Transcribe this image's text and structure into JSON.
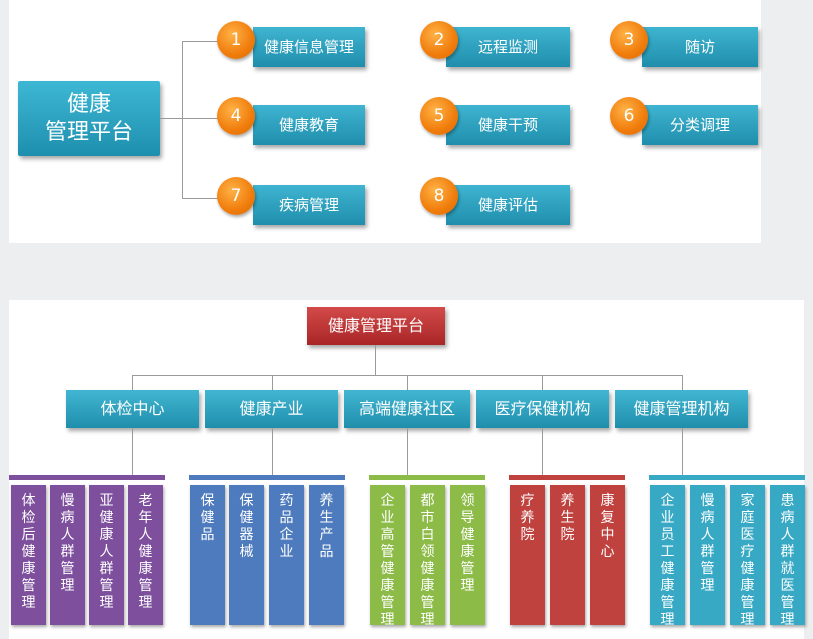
{
  "top": {
    "platform_line1": "健康",
    "platform_line2": "管理平台",
    "items": [
      {
        "num": "1",
        "label": "健康信息管理"
      },
      {
        "num": "2",
        "label": "远程监测"
      },
      {
        "num": "3",
        "label": "随访"
      },
      {
        "num": "4",
        "label": "健康教育"
      },
      {
        "num": "5",
        "label": "健康干预"
      },
      {
        "num": "6",
        "label": "分类调理"
      },
      {
        "num": "7",
        "label": "疾病管理"
      },
      {
        "num": "8",
        "label": "健康评估"
      }
    ],
    "colors": {
      "box": "#2aa0c0",
      "badge": "#f07c0b"
    }
  },
  "bottom": {
    "root": "健康管理平台",
    "categories": [
      {
        "label": "体检中心",
        "color": "#7d4f9c",
        "leaves": [
          "体检后健康管理",
          "慢病人群管理",
          "亚健康人群管理",
          "老年人健康管理"
        ]
      },
      {
        "label": "健康产业",
        "color": "#4e7bbd",
        "leaves": [
          "保健品",
          "保健器械",
          "药品企业",
          "养生产品"
        ]
      },
      {
        "label": "高端健康社区",
        "color": "#8dbb48",
        "leaves": [
          "企业高管健康管理",
          "都市白领健康管理",
          "领导健康管理"
        ]
      },
      {
        "label": "医疗保健机构",
        "color": "#c0423f",
        "leaves": [
          "疗养院",
          "养生院",
          "康复中心"
        ]
      },
      {
        "label": "健康管理机构",
        "color": "#37a9c4",
        "leaves": [
          "企业员工健康管理",
          "慢病人群管理",
          "家庭医疗健康管理",
          "患病人群就医管理"
        ]
      }
    ],
    "colors": {
      "root": "#b83232",
      "category": "#2aa0c0"
    }
  }
}
